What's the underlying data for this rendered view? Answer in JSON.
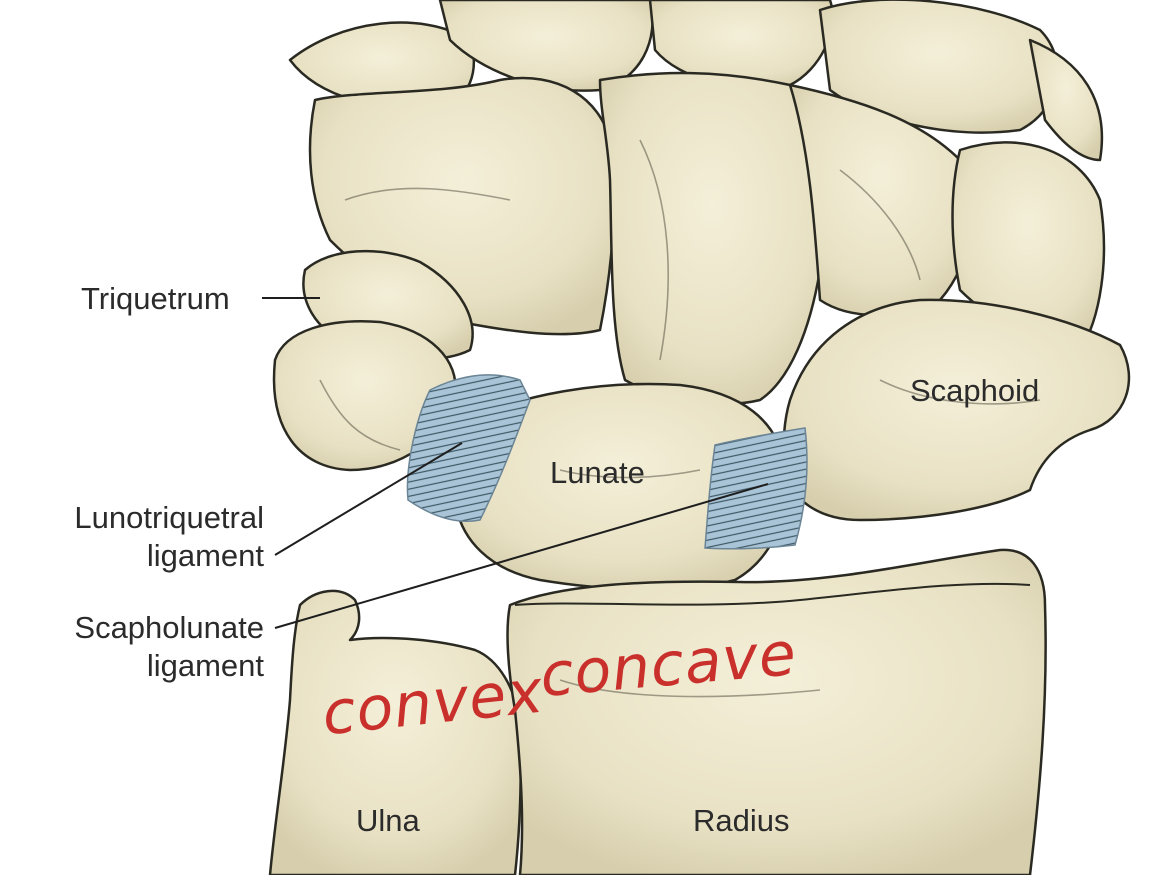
{
  "labels": {
    "triquetrum": "Triquetrum",
    "scaphoid": "Scaphoid",
    "lunate": "Lunate",
    "lunotriquetral_line1": "Lunotriquetral",
    "lunotriquetral_line2": "ligament",
    "scapholunate_line1": "Scapholunate",
    "scapholunate_line2": "ligament",
    "ulna": "Ulna",
    "radius": "Radius"
  },
  "annotations": {
    "convex": "convex",
    "concave": "concave"
  },
  "colors": {
    "bone_fill": "#ece6cb",
    "bone_shadow": "#d6ceac",
    "outline": "#2a2a22",
    "ligament": "#a9c4d6",
    "annotation": "#c9302c",
    "label_text": "#2b2b2b"
  }
}
